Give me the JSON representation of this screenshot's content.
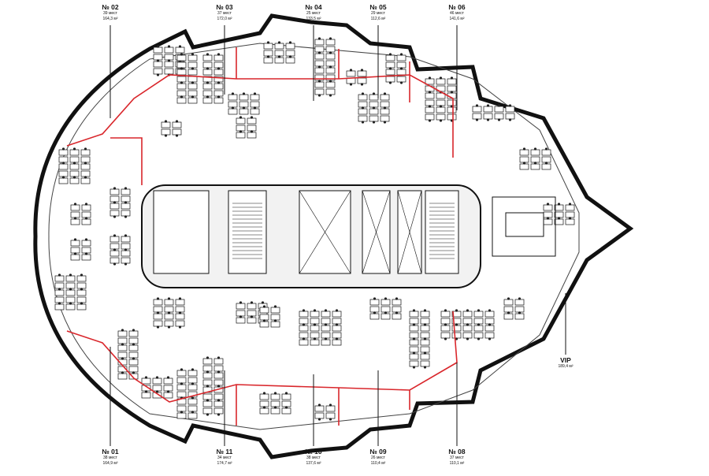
{
  "offices": [
    {
      "id": "02",
      "number": "№ 02",
      "seats": "39 мест",
      "area": "164,3 м²",
      "pos": "top"
    },
    {
      "id": "03",
      "number": "№ 03",
      "seats": "37 мест",
      "area": "172,0 м²",
      "pos": "top"
    },
    {
      "id": "04",
      "number": "№ 04",
      "seats": "25 мест",
      "area": "133,5 м²",
      "pos": "top"
    },
    {
      "id": "05",
      "number": "№ 05",
      "seats": "29 мест",
      "area": "112,6 м²",
      "pos": "top"
    },
    {
      "id": "06",
      "number": "№ 06",
      "seats": "46 мест",
      "area": "141,6 м²",
      "pos": "top"
    },
    {
      "id": "01",
      "number": "№ 01",
      "seats": "38 мест",
      "area": "164,9 м²",
      "pos": "bottom"
    },
    {
      "id": "11",
      "number": "№ 11",
      "seats": "34 мест",
      "area": "174,7 м²",
      "pos": "bottom"
    },
    {
      "id": "10",
      "number": "№ 10",
      "seats": "38 мест",
      "area": "137,6 м²",
      "pos": "bottom"
    },
    {
      "id": "09",
      "number": "№ 09",
      "seats": "26 мест",
      "area": "110,4 м²",
      "pos": "bottom"
    },
    {
      "id": "08",
      "number": "№ 08",
      "seats": "37 мест",
      "area": "110,1 м²",
      "pos": "bottom"
    }
  ],
  "vip": {
    "number": "VIP",
    "area": "189,4 м²"
  },
  "colors": {
    "wall": "#111111",
    "partition": "#d9262b",
    "core": "#f2f2f2"
  }
}
